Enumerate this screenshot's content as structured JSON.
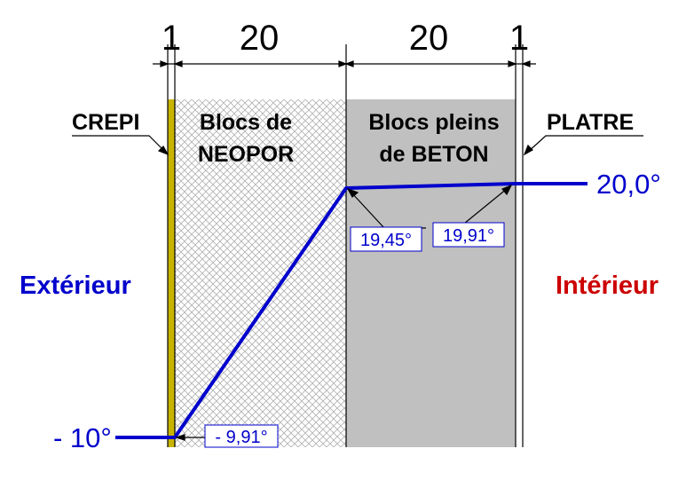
{
  "dimensions": {
    "crepi": "1",
    "neopor": "20",
    "beton": "20",
    "platre": "1"
  },
  "layers": {
    "crepi": "CREPI",
    "neopor_line1": "Blocs de",
    "neopor_line2": "NEOPOR",
    "beton_line1": "Blocs pleins",
    "beton_line2": "de BETON",
    "platre": "PLATRE"
  },
  "sides": {
    "exterior": "Extérieur",
    "interior": "Intérieur"
  },
  "temperatures": {
    "outside": "- 10°",
    "inside": "20,0°",
    "crepi_neopor": "- 9,91°",
    "neopor_beton": "19,45°",
    "beton_platre": "19,91°"
  },
  "colors": {
    "crepi": "#c8b400",
    "beton": "#c0c0c0",
    "profile": "#0000cc",
    "exterior": "#0000cc",
    "interior": "#cc0000"
  }
}
